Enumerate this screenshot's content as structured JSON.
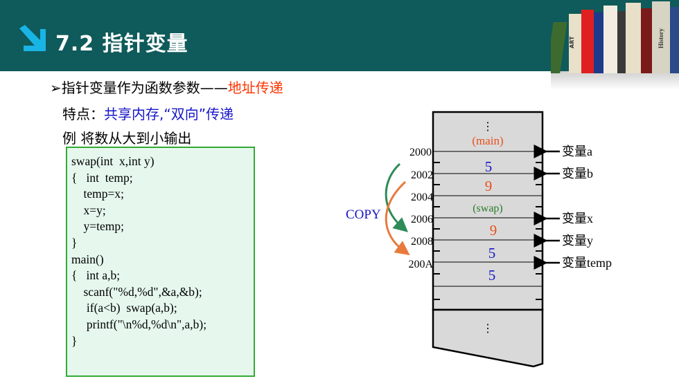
{
  "header": {
    "title": "7.2  指针变量",
    "book_labels": {
      "art": "ART",
      "history": "History"
    }
  },
  "bullet": {
    "marker": "➢",
    "prefix": "指针变量作为函数参数——",
    "highlight": "地址传递"
  },
  "feature": {
    "label": "特点：",
    "highlight": "共享内存,“双向”传递"
  },
  "example": "例 将数从大到小输出",
  "code_lines": [
    "swap(int  x,int y)",
    "{   int  temp;",
    "    temp=x;",
    "    x=y;",
    "    y=temp;",
    "}",
    "main()",
    "{   int a,b;",
    "    scanf(\"%d,%d\",&a,&b);",
    "     if(a<b)  swap(a,b);",
    "     printf(\"\\n%d,%d\\n\",a,b);",
    "}"
  ],
  "diagram": {
    "top_dots": "⋮",
    "bottom_dots": "⋮",
    "main_label": "(main)",
    "swap_label": "(swap)",
    "copy_label": "COPY",
    "addresses": [
      "2000",
      "2002",
      "2004",
      "2006",
      "2008",
      "200A"
    ],
    "cell_values": [
      {
        "value": "5",
        "color": "#1515c8"
      },
      {
        "value": "9",
        "color": "#e8501c"
      },
      {
        "value": "9",
        "color": "#e8501c"
      },
      {
        "value": "5",
        "color": "#1515c8"
      },
      {
        "value": "5",
        "color": "#1515c8"
      }
    ],
    "pointer_labels": [
      "变量a",
      "变量b",
      "变量x",
      "变量y",
      "变量temp"
    ],
    "colors": {
      "main_label": "#e8501c",
      "swap_label": "#2a7a2a",
      "copy_label": "#1515c8",
      "arrow_green": "#2e8b57",
      "arrow_orange": "#e87a3c",
      "memory_fill": "#d9d9d9"
    }
  }
}
